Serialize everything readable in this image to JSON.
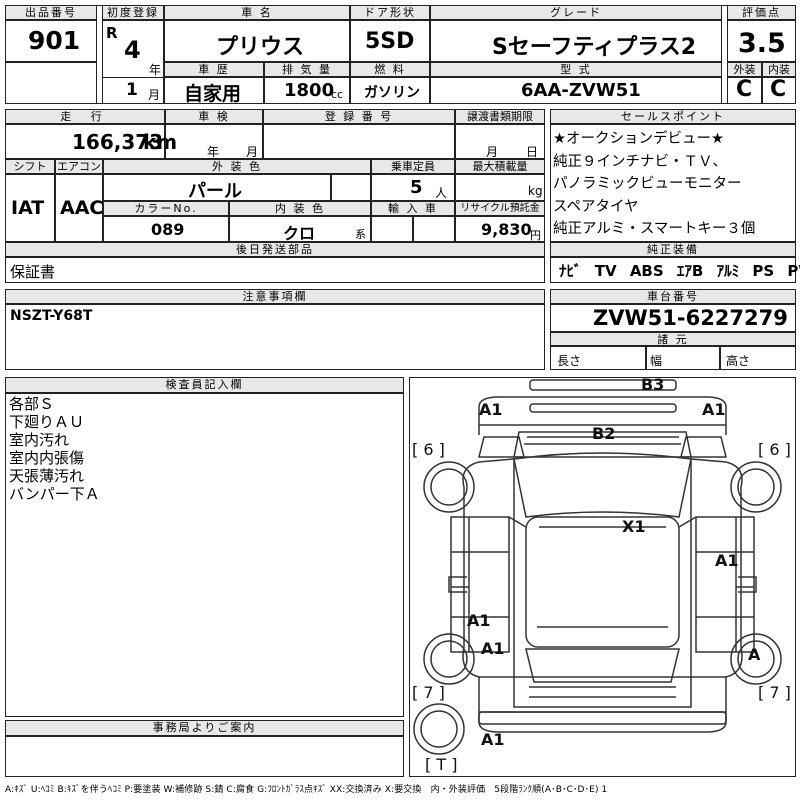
{
  "header": {
    "lot_label": "出品番号",
    "lot_no": "901",
    "first_reg_label": "初度登録",
    "era": "R",
    "reg_year": "4",
    "year_unit": "年",
    "reg_month": "1",
    "month_unit": "月",
    "model_label": "車 名",
    "model": "プリウス",
    "door_label": "ドア形状",
    "door": "5SD",
    "grade_label": "グレード",
    "grade": "Sセーフティプラス2",
    "score_label": "評価点",
    "score": "3.5",
    "history_label": "車 歴",
    "history": "自家用",
    "disp_label": "排 気 量",
    "disp": "1800",
    "disp_unit": "cc",
    "fuel_label": "燃 料",
    "fuel": "ガソリン",
    "type_label": "型 式",
    "type": "6AA-ZVW51",
    "ext_label": "外装",
    "ext": "C",
    "int_label": "内装",
    "int": "C"
  },
  "spec": {
    "mileage_label": "走 行",
    "mileage": "166,373",
    "mileage_unit": "km",
    "inspection_label": "車 検",
    "insp_year_unit": "年",
    "insp_month_unit": "月",
    "plate_label": "登 録 番 号",
    "transfer_label": "譲渡書類期限",
    "transfer_month_unit": "月",
    "transfer_day_unit": "日",
    "shift_label": "シフト",
    "shift": "IAT",
    "ac_label": "エアコン",
    "ac": "AAC",
    "color_label": "外 装 色",
    "color": "パール",
    "capacity_label": "乗車定員",
    "capacity": "5",
    "capacity_unit": "人",
    "load_label": "最大積載量",
    "load_unit": "kg",
    "colorno_label": "カラーNo.",
    "colorno": "089",
    "interior_label": "内 装 色",
    "interior": "クロ",
    "interior_unit": "系",
    "import_label": "輸 入 車",
    "recycle_label": "リサイクル預託金",
    "recycle": "9,830",
    "recycle_unit": "円",
    "later_label": "後日発送部品",
    "later": "保証書"
  },
  "sales": {
    "label": "セールスポイント",
    "lines": [
      "★オークションデビュー★",
      "純正９インチナビ・ＴＶ、",
      "パノラミックビューモニター",
      "スペアタイヤ",
      "純正アルミ・スマートキー３個"
    ]
  },
  "equip": {
    "label": "純正装備",
    "items": [
      "ﾅﾋﾞ",
      "TV",
      "ABS",
      "ｴｱB",
      "ｱﾙﾐ",
      "PS",
      "PW"
    ]
  },
  "notes": {
    "label": "注意事項欄",
    "text": "NSZT-Y68T"
  },
  "chassis": {
    "label": "車台番号",
    "number": "ZVW51-6227279",
    "specs_label": "諸 元",
    "len_label": "長さ",
    "width_label": "幅",
    "height_label": "高さ"
  },
  "inspector": {
    "label": "検査員記入欄",
    "lines": [
      "各部Ｓ",
      "下廻りＡＵ",
      "室内汚れ",
      "室内内張傷",
      "天張薄汚れ",
      "バンパー下Ａ"
    ]
  },
  "office": {
    "label": "事務局よりご案内"
  },
  "diagram": {
    "marks": [
      "B3",
      "A1",
      "A1",
      "B2",
      "X1",
      "A1",
      "A1",
      "A1",
      "A",
      "A1"
    ],
    "brackets": [
      "[ 6 ]",
      "[ 6 ]",
      "[ 7 ]",
      "[ 7 ]",
      "[ T ]"
    ]
  },
  "legend": "A:ｷｽﾞ U:ﾍｺﾐ B:ｷｽﾞを伴うﾍｺﾐ P:要塗装 W:補修跡 S:錆 C:腐食 G:ﾌﾛﾝﾄｶﾞﾗｽ点ｷｽﾞ XX:交換済み X:要交換　内・外装評価　5段階ﾗﾝｸ順(A･B･C･D･E) 1"
}
